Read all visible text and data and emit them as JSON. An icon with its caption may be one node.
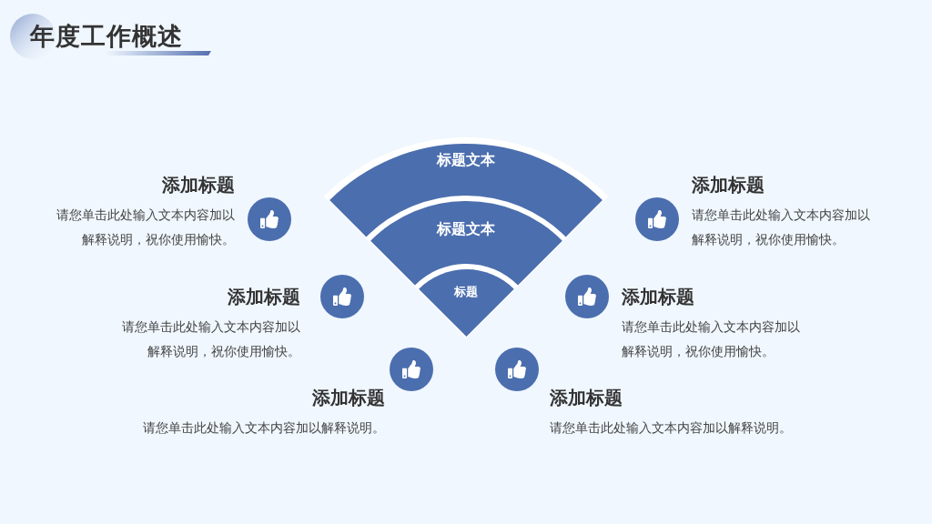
{
  "diagram": {
    "title": "年度工作概述",
    "nodes": [
      {
        "text": [
          "标题文本"
        ]
      },
      {
        "text": [
          "标题文本"
        ]
      },
      {
        "text": [
          "标题"
        ]
      },
      {
        "text": [
          "添加标题",
          "请您单击此处输入文本内容加以解释说明，祝你使用愉快。"
        ]
      },
      {
        "text": [
          "添加标题",
          "请您单击此处输入文本内容加以解释说明，祝你使用愉快。"
        ]
      },
      {
        "text": [
          "添加标题",
          "请您单击此处输入文本内容加以解释说明。"
        ]
      },
      {
        "text": [
          "添加标题",
          "请您单击此处输入文本内容加以解释说明，祝你使用愉快。"
        ]
      },
      {
        "text": [
          "添加标题",
          "请您单击此处输入文本内容加以解释说明，祝你使用愉快。"
        ]
      },
      {
        "text": [
          "添加标题",
          "请您单击此处输入文本内容加以解释说明。"
        ]
      }
    ]
  }
}
